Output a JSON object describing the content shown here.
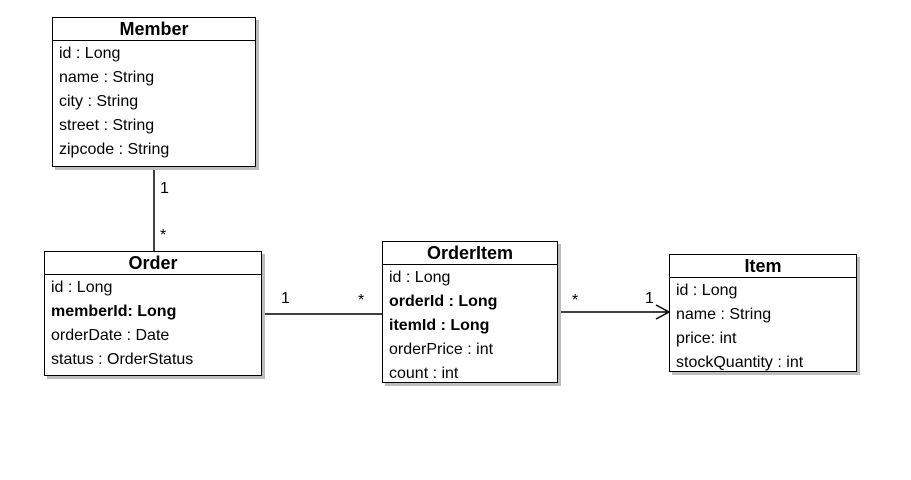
{
  "classes": {
    "member": {
      "title": "Member",
      "attributes": [
        "id : Long",
        "name : String",
        "city : String",
        "street : String",
        "zipcode : String"
      ]
    },
    "order": {
      "title": "Order",
      "attributes": [
        "id : Long",
        "memberId: Long",
        "orderDate : Date",
        "status : OrderStatus"
      ]
    },
    "orderitem": {
      "title": "OrderItem",
      "attributes": [
        "id : Long",
        "orderId : Long",
        "itemId : Long",
        "orderPrice : int",
        "count : int"
      ]
    },
    "item": {
      "title": "Item",
      "attributes": [
        "id : Long",
        "name : String",
        "price: int",
        "stockQuantity : int"
      ]
    }
  },
  "associations": {
    "member_order": {
      "member_end": "1",
      "order_end": "*"
    },
    "order_orderitem": {
      "order_end": "1",
      "orderitem_end": "*"
    },
    "orderitem_item": {
      "orderitem_end": "*",
      "item_end": "1"
    }
  }
}
